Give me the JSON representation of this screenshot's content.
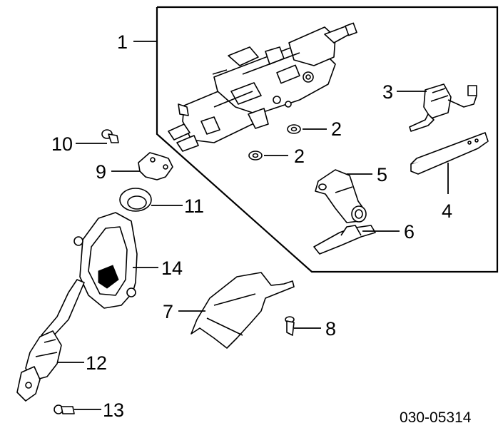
{
  "diagram_code": "030-05314",
  "callouts": {
    "c1": "1",
    "c2a": "2",
    "c2b": "2",
    "c3": "3",
    "c4": "4",
    "c5": "5",
    "c6": "6",
    "c7": "7",
    "c8": "8",
    "c9": "9",
    "c10": "10",
    "c11": "11",
    "c12": "12",
    "c13": "13",
    "c14": "14"
  },
  "colors": {
    "line": "#000000",
    "background": "#ffffff"
  }
}
